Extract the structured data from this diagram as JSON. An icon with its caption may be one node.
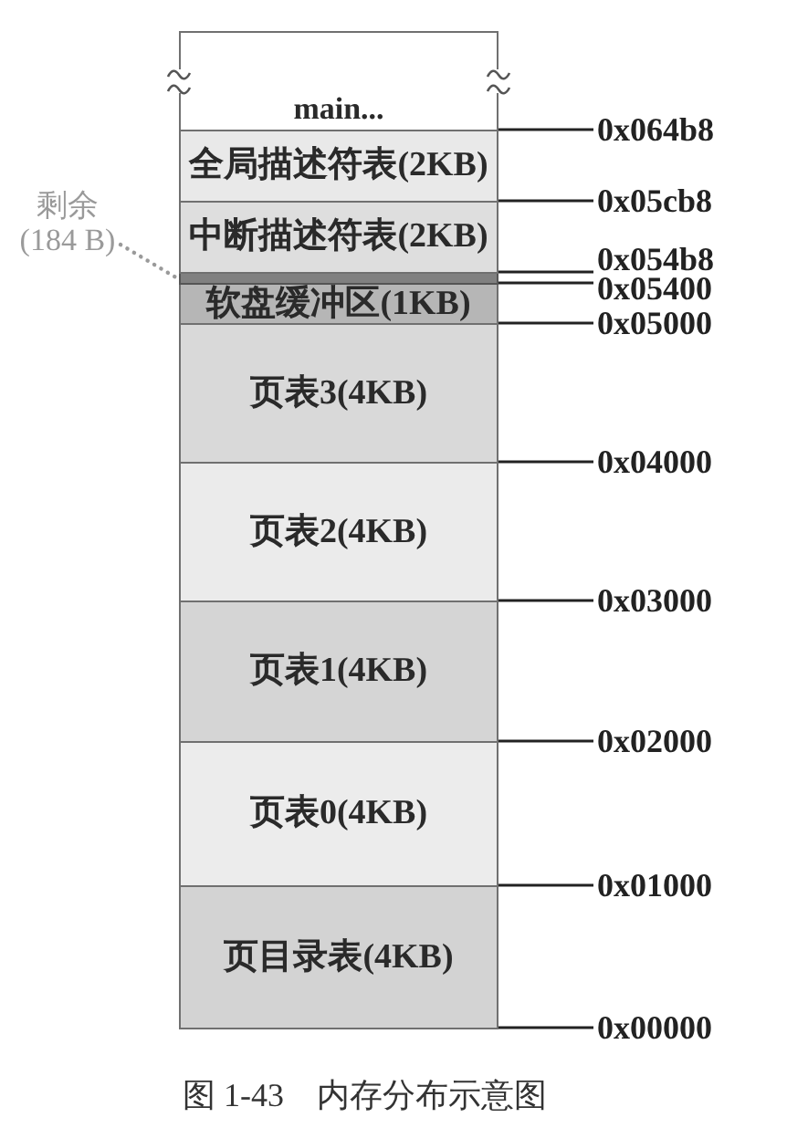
{
  "diagram": {
    "caption": "图 1-43　内存分布示意图",
    "nodes": [
      {
        "text": [
          "main..."
        ]
      },
      {
        "text": [
          "全局描述符表(2KB)"
        ]
      },
      {
        "text": [
          "中断描述符表(2KB)"
        ]
      },
      {
        "text": [
          "剩余(184 B)"
        ]
      },
      {
        "text": [],
        "shape": "box"
      },
      {
        "text": [
          "软盘缓冲区(1KB)"
        ]
      },
      {
        "text": [
          "页表3(4KB)"
        ]
      },
      {
        "text": [
          "页表2(4KB)"
        ]
      },
      {
        "text": [
          "页表1(4KB)"
        ]
      },
      {
        "text": [
          "页表0(4KB)"
        ]
      },
      {
        "text": [
          "页目录表(4KB)"
        ]
      },
      {
        "text": [
          "0x064b8"
        ]
      },
      {
        "text": [
          "0x05cb8"
        ]
      },
      {
        "text": [
          "0x054b8"
        ]
      },
      {
        "text": [
          "0x05400"
        ]
      },
      {
        "text": [
          "0x05000"
        ]
      },
      {
        "text": [
          "0x04000"
        ]
      },
      {
        "text": [
          "0x03000"
        ]
      },
      {
        "text": [
          "0x02000"
        ]
      },
      {
        "text": [
          "0x01000"
        ]
      },
      {
        "text": [
          "0x00000"
        ]
      }
    ],
    "edges": [
      {
        "from": 3,
        "to": 4,
        "arrow": "none",
        "style": "dashed",
        "color": "#9a9a9a"
      },
      {
        "from": 11,
        "to": 0,
        "arrow": "none"
      },
      {
        "from": 12,
        "to": 1,
        "arrow": "none"
      },
      {
        "from": 13,
        "to": 2,
        "arrow": "none"
      },
      {
        "from": 14,
        "to": 4,
        "arrow": "none"
      },
      {
        "from": 15,
        "to": 5,
        "arrow": "none"
      },
      {
        "from": 16,
        "to": 6,
        "arrow": "none"
      },
      {
        "from": 17,
        "to": 7,
        "arrow": "none"
      },
      {
        "from": 18,
        "to": 8,
        "arrow": "none"
      },
      {
        "from": 19,
        "to": 9,
        "arrow": "none"
      },
      {
        "from": 20,
        "to": 10,
        "arrow": "none"
      }
    ]
  }
}
